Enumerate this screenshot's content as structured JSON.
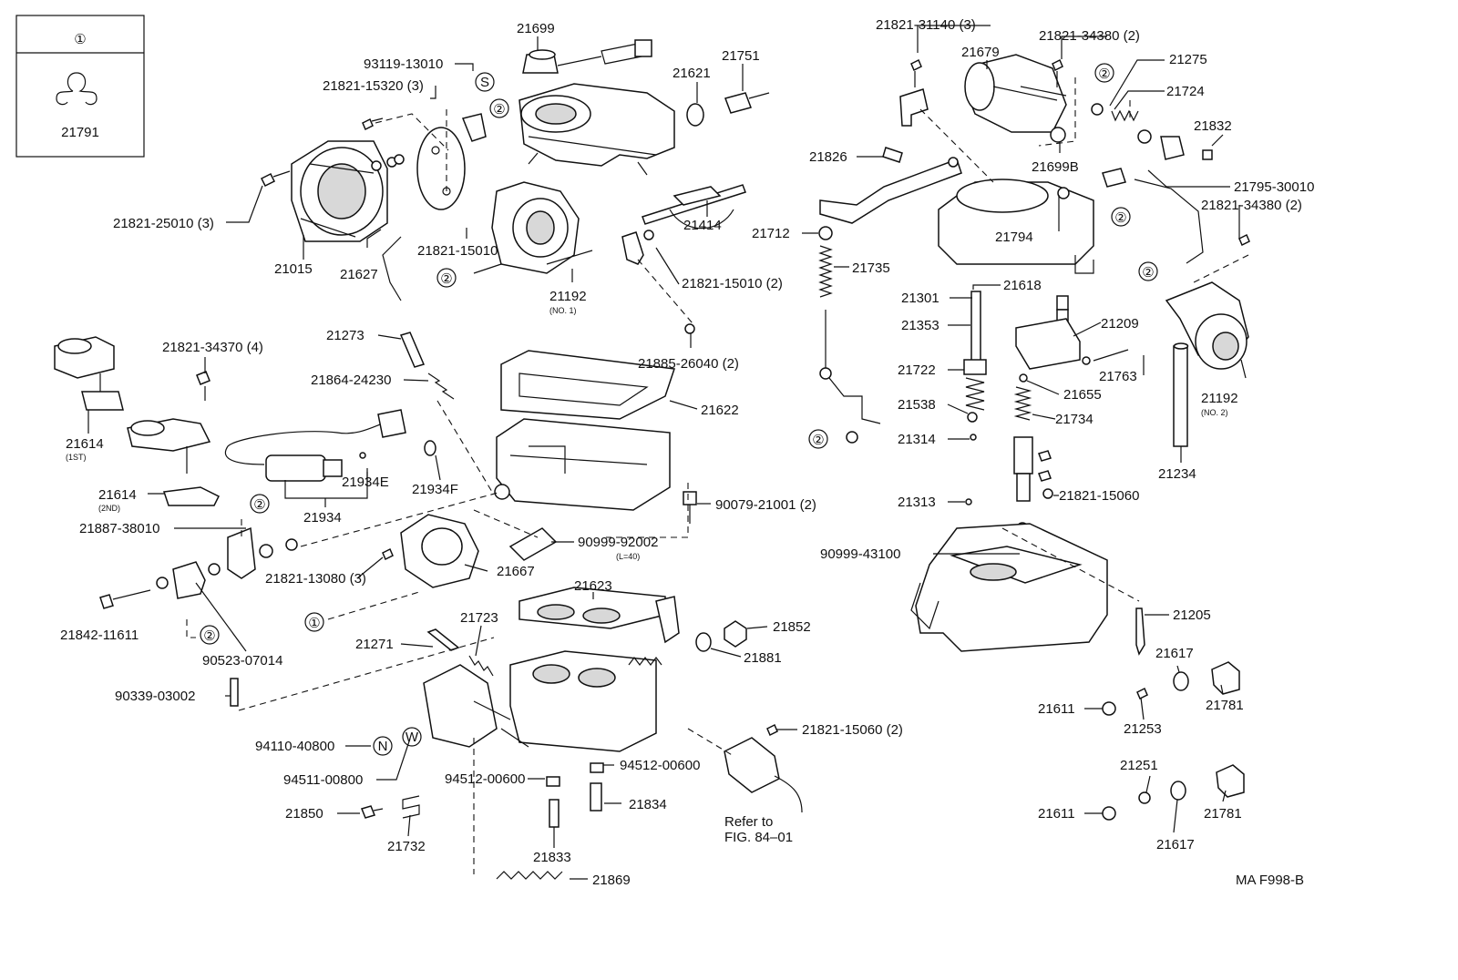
{
  "legend": {
    "symbol": "①",
    "part": "21791"
  },
  "circle_marks": {
    "two": "②",
    "one": "①",
    "s": "S",
    "n": "N",
    "w": "W"
  },
  "labels": {
    "p21699": "21699",
    "p93119": "93119-13010",
    "p21821_15320": "21821-15320 (3)",
    "p21621": "21621",
    "p21751": "21751",
    "p21821_25010": "21821-25010 (3)",
    "p21015": "21015",
    "p21627": "21627",
    "p21821_15010a": "21821-15010",
    "p21192a": "21192",
    "p21192a_sub": "(NO. 1)",
    "p21414": "21414",
    "p21821_15010b": "21821-15010 (2)",
    "p21885": "21885-26040 (2)",
    "p21821_31140": "21821-31140 (3)",
    "p21679": "21679",
    "p21821_34380a": "21821-34380 (2)",
    "p21275": "21275",
    "p21724": "21724",
    "p21832": "21832",
    "p21699b": "21699B",
    "p21826": "21826",
    "p21795": "21795-30010",
    "p21821_34380b": "21821-34380 (2)",
    "p21794": "21794",
    "p21712": "21712",
    "p21735": "21735",
    "p21301": "21301",
    "p21618": "21618",
    "p21209": "21209",
    "p21353": "21353",
    "p21763": "21763",
    "p21192b": "21192",
    "p21192b_sub": "(NO. 2)",
    "p21722": "21722",
    "p21655": "21655",
    "p21538": "21538",
    "p21734": "21734",
    "p21314": "21314",
    "p21234": "21234",
    "p21313": "21313",
    "p21821_15060a": "21821-15060",
    "p90999_43100": "90999-43100",
    "p21205": "21205",
    "p21617a": "21617",
    "p21611a": "21611",
    "p21253": "21253",
    "p21781a": "21781",
    "p21251": "21251",
    "p21611b": "21611",
    "p21781b": "21781",
    "p21617b": "21617",
    "mafig": "MA F998-B",
    "p21614a": "21614",
    "p21614a_sub": "(1ST)",
    "p21821_34370": "21821-34370 (4)",
    "p21273": "21273",
    "p21864": "21864-24230",
    "p21622": "21622",
    "p21614b": "21614",
    "p21614b_sub": "(2ND)",
    "p21934e": "21934E",
    "p21934f": "21934F",
    "p21934": "21934",
    "p90079": "90079-21001 (2)",
    "p21887": "21887-38010",
    "p90999_92002": "90999-92002",
    "p90999_92002_sub": "(L=40)",
    "p21821_13080": "21821-13080 (3)",
    "p21667": "21667",
    "p21842": "21842-11611",
    "p90523": "90523-07014",
    "p21623": "21623",
    "p21723": "21723",
    "p21852": "21852",
    "p21271": "21271",
    "p21881": "21881",
    "p90339": "90339-03002",
    "p21821_15060b": "21821-15060 (2)",
    "p94110": "94110-40800",
    "p94511": "94511-00800",
    "p94512a": "94512-00600",
    "p94512b": "94512-00600",
    "p21834": "21834",
    "p21850": "21850",
    "p21732": "21732",
    "p21833": "21833",
    "refer1": "Refer to",
    "refer2": "FIG. 84–01",
    "p21869": "21869"
  }
}
